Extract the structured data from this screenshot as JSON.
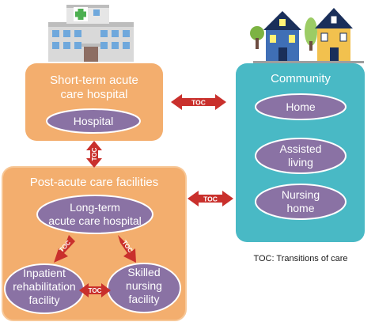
{
  "colors": {
    "orange_box": "#f3ae6e",
    "orange_border": "#f7c797",
    "teal_box": "#49b9c5",
    "oval_fill": "#8a72a4",
    "oval_border": "#ffffff",
    "arrow_red": "#c9302c",
    "text_light": "#ffffff",
    "text_dark": "#1a1a1a"
  },
  "short_term": {
    "title_line1": "Short-term acute",
    "title_line2": "care hospital",
    "oval": "Hospital"
  },
  "post_acute": {
    "title": "Post-acute care facilities",
    "long_term_line1": "Long-term",
    "long_term_line2": "acute care hospital",
    "inpatient_line1": "Inpatient",
    "inpatient_line2": "rehabilitation",
    "inpatient_line3": "facility",
    "skilled_line1": "Skilled",
    "skilled_line2": "nursing",
    "skilled_line3": "facility"
  },
  "community": {
    "title": "Community",
    "home": "Home",
    "assisted_line1": "Assisted",
    "assisted_line2": "living",
    "nursing_line1": "Nursing",
    "nursing_line2": "home"
  },
  "arrows": {
    "toc_label": "TOC"
  },
  "legend": {
    "text": "TOC: Transitions of care"
  },
  "icons": {
    "hospital": "hospital-building-icon",
    "houses": "houses-icon"
  }
}
